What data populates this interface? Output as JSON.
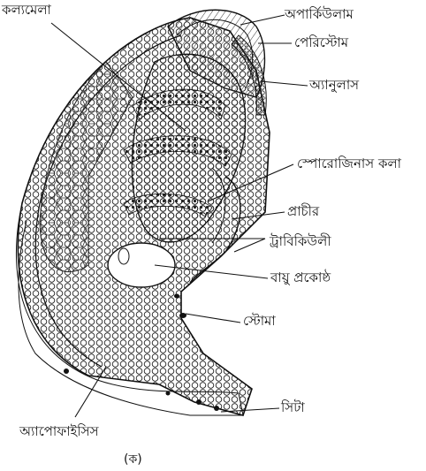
{
  "labels": {
    "columella": "কল্যমেলা",
    "operculum": "অপার্কিউলাম",
    "peristome": "পেরিস্টোম",
    "annulus": "অ্যানুলাস",
    "sporogenous": "স্পোরোজিনাস কলা",
    "wall": "প্রাচীর",
    "trabeculae": "ট্রাবিকিউলী",
    "air_chamber": "বায়ু প্রকোষ্ঠ",
    "stoma": "স্টোমা",
    "seta": "সিটা",
    "apophysis": "অ্যাপোফাইসিস"
  },
  "caption": "(ক)"
}
